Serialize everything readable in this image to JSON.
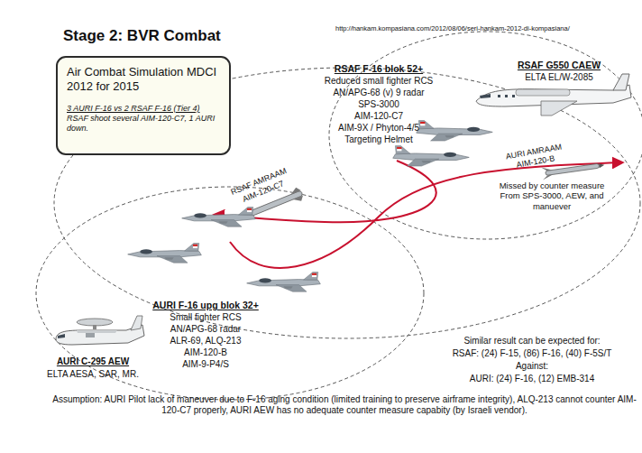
{
  "diagram": {
    "title": "Stage 2: BVR Combat",
    "nodes": [
      {
        "text": [
          "Air Combat Simulation MDCI 2012 for 2015",
          "3 AURI F-16 vs 2 RSAF F-16 (Tier 4)",
          "RSAF shoot several AIM-120-C7, 1 AURI down."
        ]
      }
    ],
    "edges": [],
    "labels": [
      "http://hankam.kompasiana.com/2012/08/06/seri-hankam-2012-di-kompasiana/",
      "RSAF F-16 blok 52+",
      "Reduced small fighter RCS",
      "AN/APG-68 (v) 9 radar",
      "SPS-3000",
      "AIM-120-C7",
      "AIM-9X / Phyton-4/5",
      "Targeting Helmet",
      "RSAF G550 CAEW",
      "ELTA EL/W-2085",
      "RSAF AMRAAM",
      "AIM-120-C7",
      "AURI AMRAAM",
      "AIM-120-B",
      "Missed by counter measure From SPS-3000, AEW, and manuever",
      "AURI F-16 upg blok 32+",
      "Small fighter RCS",
      "AN/APG-68 radar",
      "ALR-69, ALQ-213",
      "AIM-120-B",
      "AIM-9-P4/S",
      "AURI C-295 AEW",
      "ELTA AESA, SAR, MR.",
      "Similar result can be expected for:",
      "RSAF: (24) F-15, (86) F-16, (40) F-5S/T",
      "Against:",
      "AURI: (24) F-16, (12) EMB-314",
      "Assumption: AURI Pilot lack of maneuver due to F-16 aging condition (limited training to preserve airframe integrity), ALQ-213 cannot counter AIM-120-C7 properly, AURI AEW has no adequate counter measure capabity (by Israeli vendor)."
    ]
  }
}
